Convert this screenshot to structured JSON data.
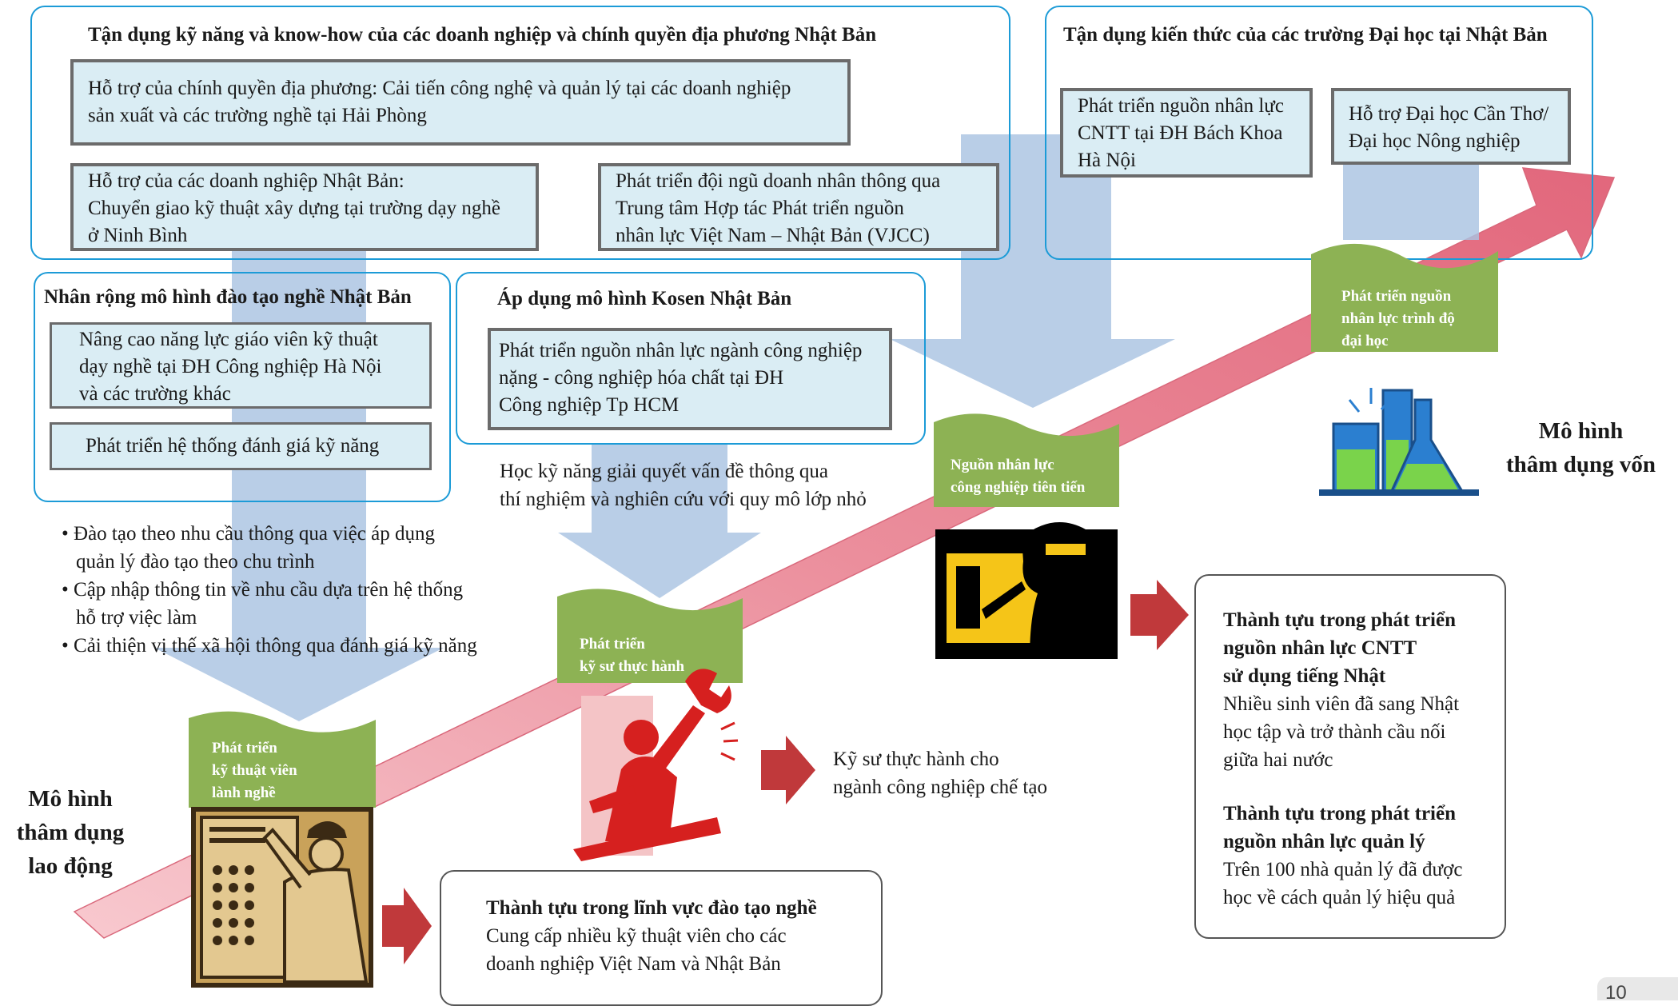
{
  "top_left": {
    "title": "Tận dụng kỹ năng và know-how của các doanh nghiệp và chính quyền địa phương Nhật Bản",
    "box1_line1": "Hỗ trợ của chính quyền địa phương: Cải tiến công nghệ và quản lý tại các doanh nghiệp",
    "box1_line2": "sản xuất và các trường nghề tại Hải Phòng",
    "box2_line1": "Hỗ trợ của các doanh nghiệp Nhật Bản:",
    "box2_line2": "Chuyển giao kỹ thuật xây dựng tại trường dạy nghề",
    "box2_line3": "ở Ninh Bình",
    "box3_line1": "Phát triển đội ngũ doanh nhân thông qua",
    "box3_line2": "Trung tâm Hợp tác Phát triển nguồn",
    "box3_line3": "nhân lực Việt Nam – Nhật Bản (VJCC)"
  },
  "top_right": {
    "title": "Tận dụng kiến thức của các trường Đại học tại Nhật Bản",
    "box1_line1": "Phát triển nguồn nhân lực",
    "box1_line2": "CNTT tại ĐH Bách Khoa",
    "box1_line3": "Hà Nội",
    "box2_line1": "Hỗ trợ Đại học Cần Thơ/",
    "box2_line2": "Đại học Nông nghiệp"
  },
  "vocational": {
    "title": "Nhân rộng mô hình đào tạo nghề Nhật Bản",
    "box1_line1": "Nâng cao năng lực giáo viên kỹ thuật",
    "box1_line2": "dạy nghề tại ĐH Công nghiệp Hà Nội",
    "box1_line3": "và các trường khác",
    "box2": "Phát triển hệ thống đánh giá kỹ năng"
  },
  "kosen": {
    "title": "Áp dụng mô hình Kosen Nhật Bản",
    "box1_line1": "Phát triển nguồn nhân lực ngành công nghiệp",
    "box1_line2": "nặng - công nghiệp hóa chất tại ĐH",
    "box1_line3": "Công nghiệp Tp HCM",
    "note_line1": "Học kỹ năng giải quyết vấn đề thông qua",
    "note_line2": "thí nghiệm và nghiên cứu với quy mô lớp nhỏ"
  },
  "bullets": [
    {
      "l1": "Đào tạo theo nhu cầu thông qua việc áp dụng",
      "l2": "quản lý đào tạo theo chu trình"
    },
    {
      "l1": "Cập nhập thông tin về nhu cầu dựa trên hệ thống",
      "l2": "hỗ trợ việc làm"
    },
    {
      "l1": "Cải thiện vị thế xã hội thông qua đánh giá kỹ năng",
      "l2": ""
    }
  ],
  "cards": {
    "technician": {
      "l1": "Phát triển",
      "l2": "kỹ thuật viên",
      "l3": "lành nghề"
    },
    "engineer": {
      "l1": "Phát triển",
      "l2": "kỹ sư thực hành"
    },
    "industrial": {
      "l1": "Nguồn nhân lực",
      "l2": "công nghiệp tiên tiến"
    },
    "university": {
      "l1": "Phát triển nguồn",
      "l2": "nhân lực trình độ",
      "l3": "đại học"
    }
  },
  "side_labels": {
    "labor_l1": "Mô hình",
    "labor_l2": "thâm dụng",
    "labor_l3": "lao động",
    "capital_l1": "Mô hình",
    "capital_l2": "thâm dụng vốn"
  },
  "results": {
    "vocational_title": "Thành tựu trong lĩnh vực đào tạo nghề",
    "vocational_l1": "Cung cấp nhiều kỹ thuật viên cho các",
    "vocational_l2": "doanh nghiệp Việt Nam và Nhật Bản",
    "engineer_l1": "Kỹ sư thực hành cho",
    "engineer_l2": "ngành công nghiệp chế tạo",
    "it_title_l1": "Thành tựu trong phát triển",
    "it_title_l2": "nguồn nhân lực CNTT",
    "it_title_l3": "sử dụng tiếng Nhật",
    "it_l1": "Nhiều sinh viên đã sang Nhật",
    "it_l2": "học tập và trở thành cầu nối",
    "it_l3": "giữa hai nước",
    "mgmt_title_l1": "Thành tựu trong phát triển",
    "mgmt_title_l2": "nguồn nhân lực quản lý",
    "mgmt_l1": "Trên 100 nhà quản lý đã được",
    "mgmt_l2": "học về cách quản lý hiệu quả"
  },
  "page_number": "10",
  "colors": {
    "frame_blue": "#1c9bd7",
    "box_fill": "#daedf4",
    "card_green": "#8db254",
    "arrow_pink": "#e07a8a",
    "down_arrow": "#a9c3e2",
    "red_arrow": "#c0393b"
  }
}
